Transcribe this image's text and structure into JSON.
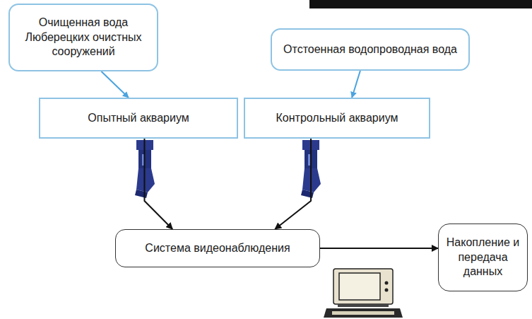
{
  "diagram": {
    "nodes": [
      {
        "text": [
          "Очищенная вода Люберецких очистных сооружений"
        ]
      },
      {
        "text": [
          "Отстоенная водопроводная вода"
        ]
      },
      {
        "text": [
          "Опытный аквариум"
        ]
      },
      {
        "text": [
          "Контрольный аквариум"
        ]
      },
      {
        "text": [
          "Система видеонаблюдения"
        ]
      },
      {
        "text": [
          "Накопление и передача данных"
        ]
      }
    ],
    "edges": [
      {
        "from": 0,
        "to": 2,
        "arrow": "to"
      },
      {
        "from": 1,
        "to": 3,
        "arrow": "to"
      },
      {
        "from": 2,
        "to": 4,
        "arrow": "to"
      },
      {
        "from": 3,
        "to": 4,
        "arrow": "to"
      },
      {
        "from": 4,
        "to": 5,
        "arrow": "to"
      }
    ]
  }
}
